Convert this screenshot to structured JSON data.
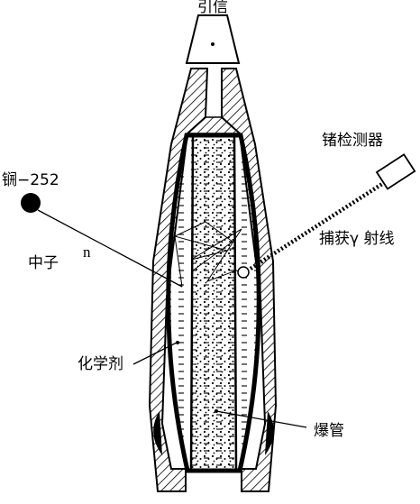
{
  "labels": {
    "fuze": "引信",
    "ge_detector": "锗检测器",
    "cf252": "锎−252",
    "neutron": "中子",
    "neutron_symbol": "n",
    "capture_gamma": "捕获γ 射线",
    "chemical_agent": "化学剂",
    "burster": "爆管"
  },
  "colors": {
    "line": "#000000",
    "background": "#ffffff"
  }
}
